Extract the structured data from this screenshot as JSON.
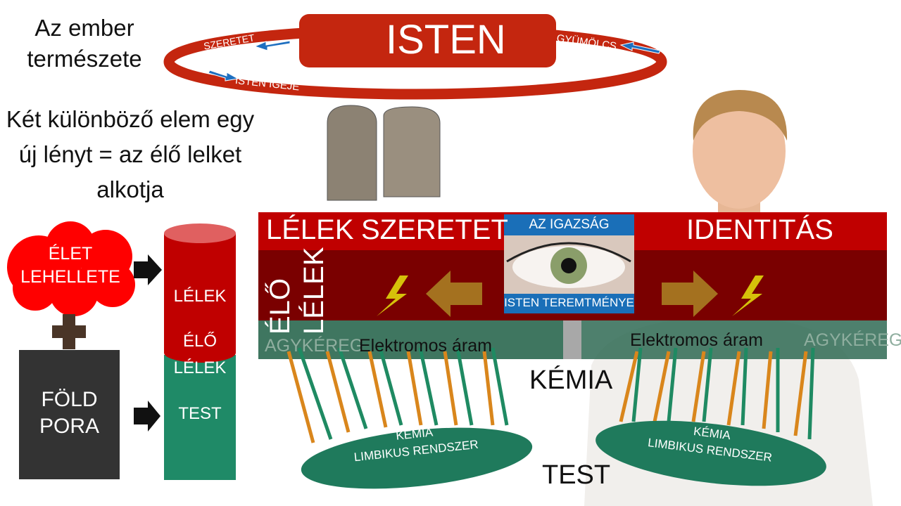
{
  "heading": {
    "line1": "Az ember",
    "line2": "természete"
  },
  "subheading": {
    "line1": "Két különböző elem egy",
    "line2": "új lényt = az élő lelket",
    "line3": "alkotja"
  },
  "cycle": {
    "center": "ISTEN",
    "top_left": "SZERETET",
    "bottom_left": "ISTEN IGÉJE",
    "right": "GYÜMÖLCS"
  },
  "left_diagram": {
    "cloud": {
      "line1": "ÉLET",
      "line2": "LEHELLETE"
    },
    "earth": {
      "line1": "FÖLD",
      "line2": "PORA"
    },
    "cylinder": {
      "lelek": "LÉLEK",
      "elo": "ÉLŐ",
      "elo_lelek": "LÉLEK",
      "test": "TEST"
    }
  },
  "band": {
    "lelek": "LÉLEK",
    "szeretet": "SZERETET",
    "identitas": "IDENTITÁS",
    "truth": "AZ IGAZSÁG",
    "creation": "ISTEN TEREMTMÉNYE",
    "elo": "ÉLŐ",
    "elo_lelek": "LÉLEK",
    "cortex_left": "AGYKÉREG",
    "current_left": "Elektromos áram",
    "current_right": "Elektromos áram",
    "cortex_right": "AGYKÉREG"
  },
  "labels": {
    "kemia": "KÉMIA",
    "test": "TEST"
  },
  "limbic_left": {
    "line1": "KÉMIA",
    "line2": "LIMBIKUS RENDSZER"
  },
  "limbic_right": {
    "line1": "KÉMIA",
    "line2": "LIMBIKUS RENDSZER"
  },
  "colors": {
    "red": "#c00000",
    "dark_red": "#7a0000",
    "green": "#1f7a5c",
    "blue": "#1a6fb8",
    "orange": "#d9861c"
  }
}
